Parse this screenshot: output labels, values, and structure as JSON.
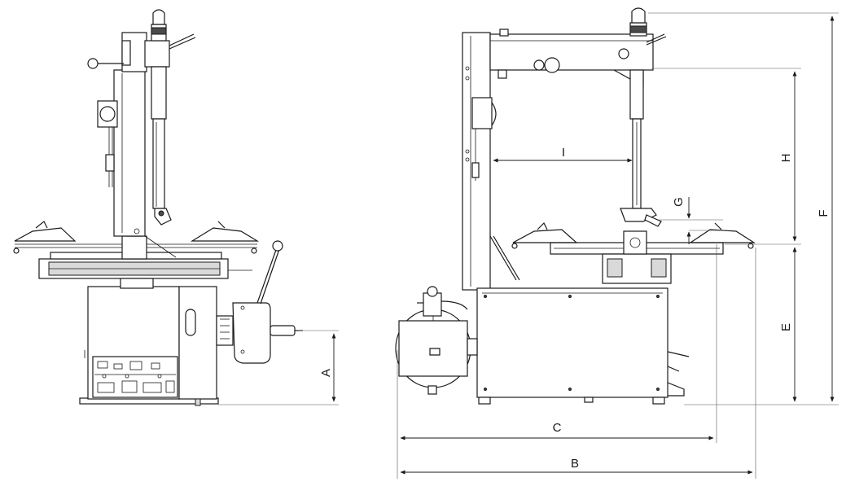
{
  "dimensions": {
    "A": "A",
    "B": "B",
    "C": "C",
    "E": "E",
    "F": "F",
    "G": "G",
    "H": "H",
    "I": "I"
  },
  "colors": {
    "line": "#1a1a1a",
    "background": "#ffffff",
    "housing_fill": "#d9d9d9"
  }
}
